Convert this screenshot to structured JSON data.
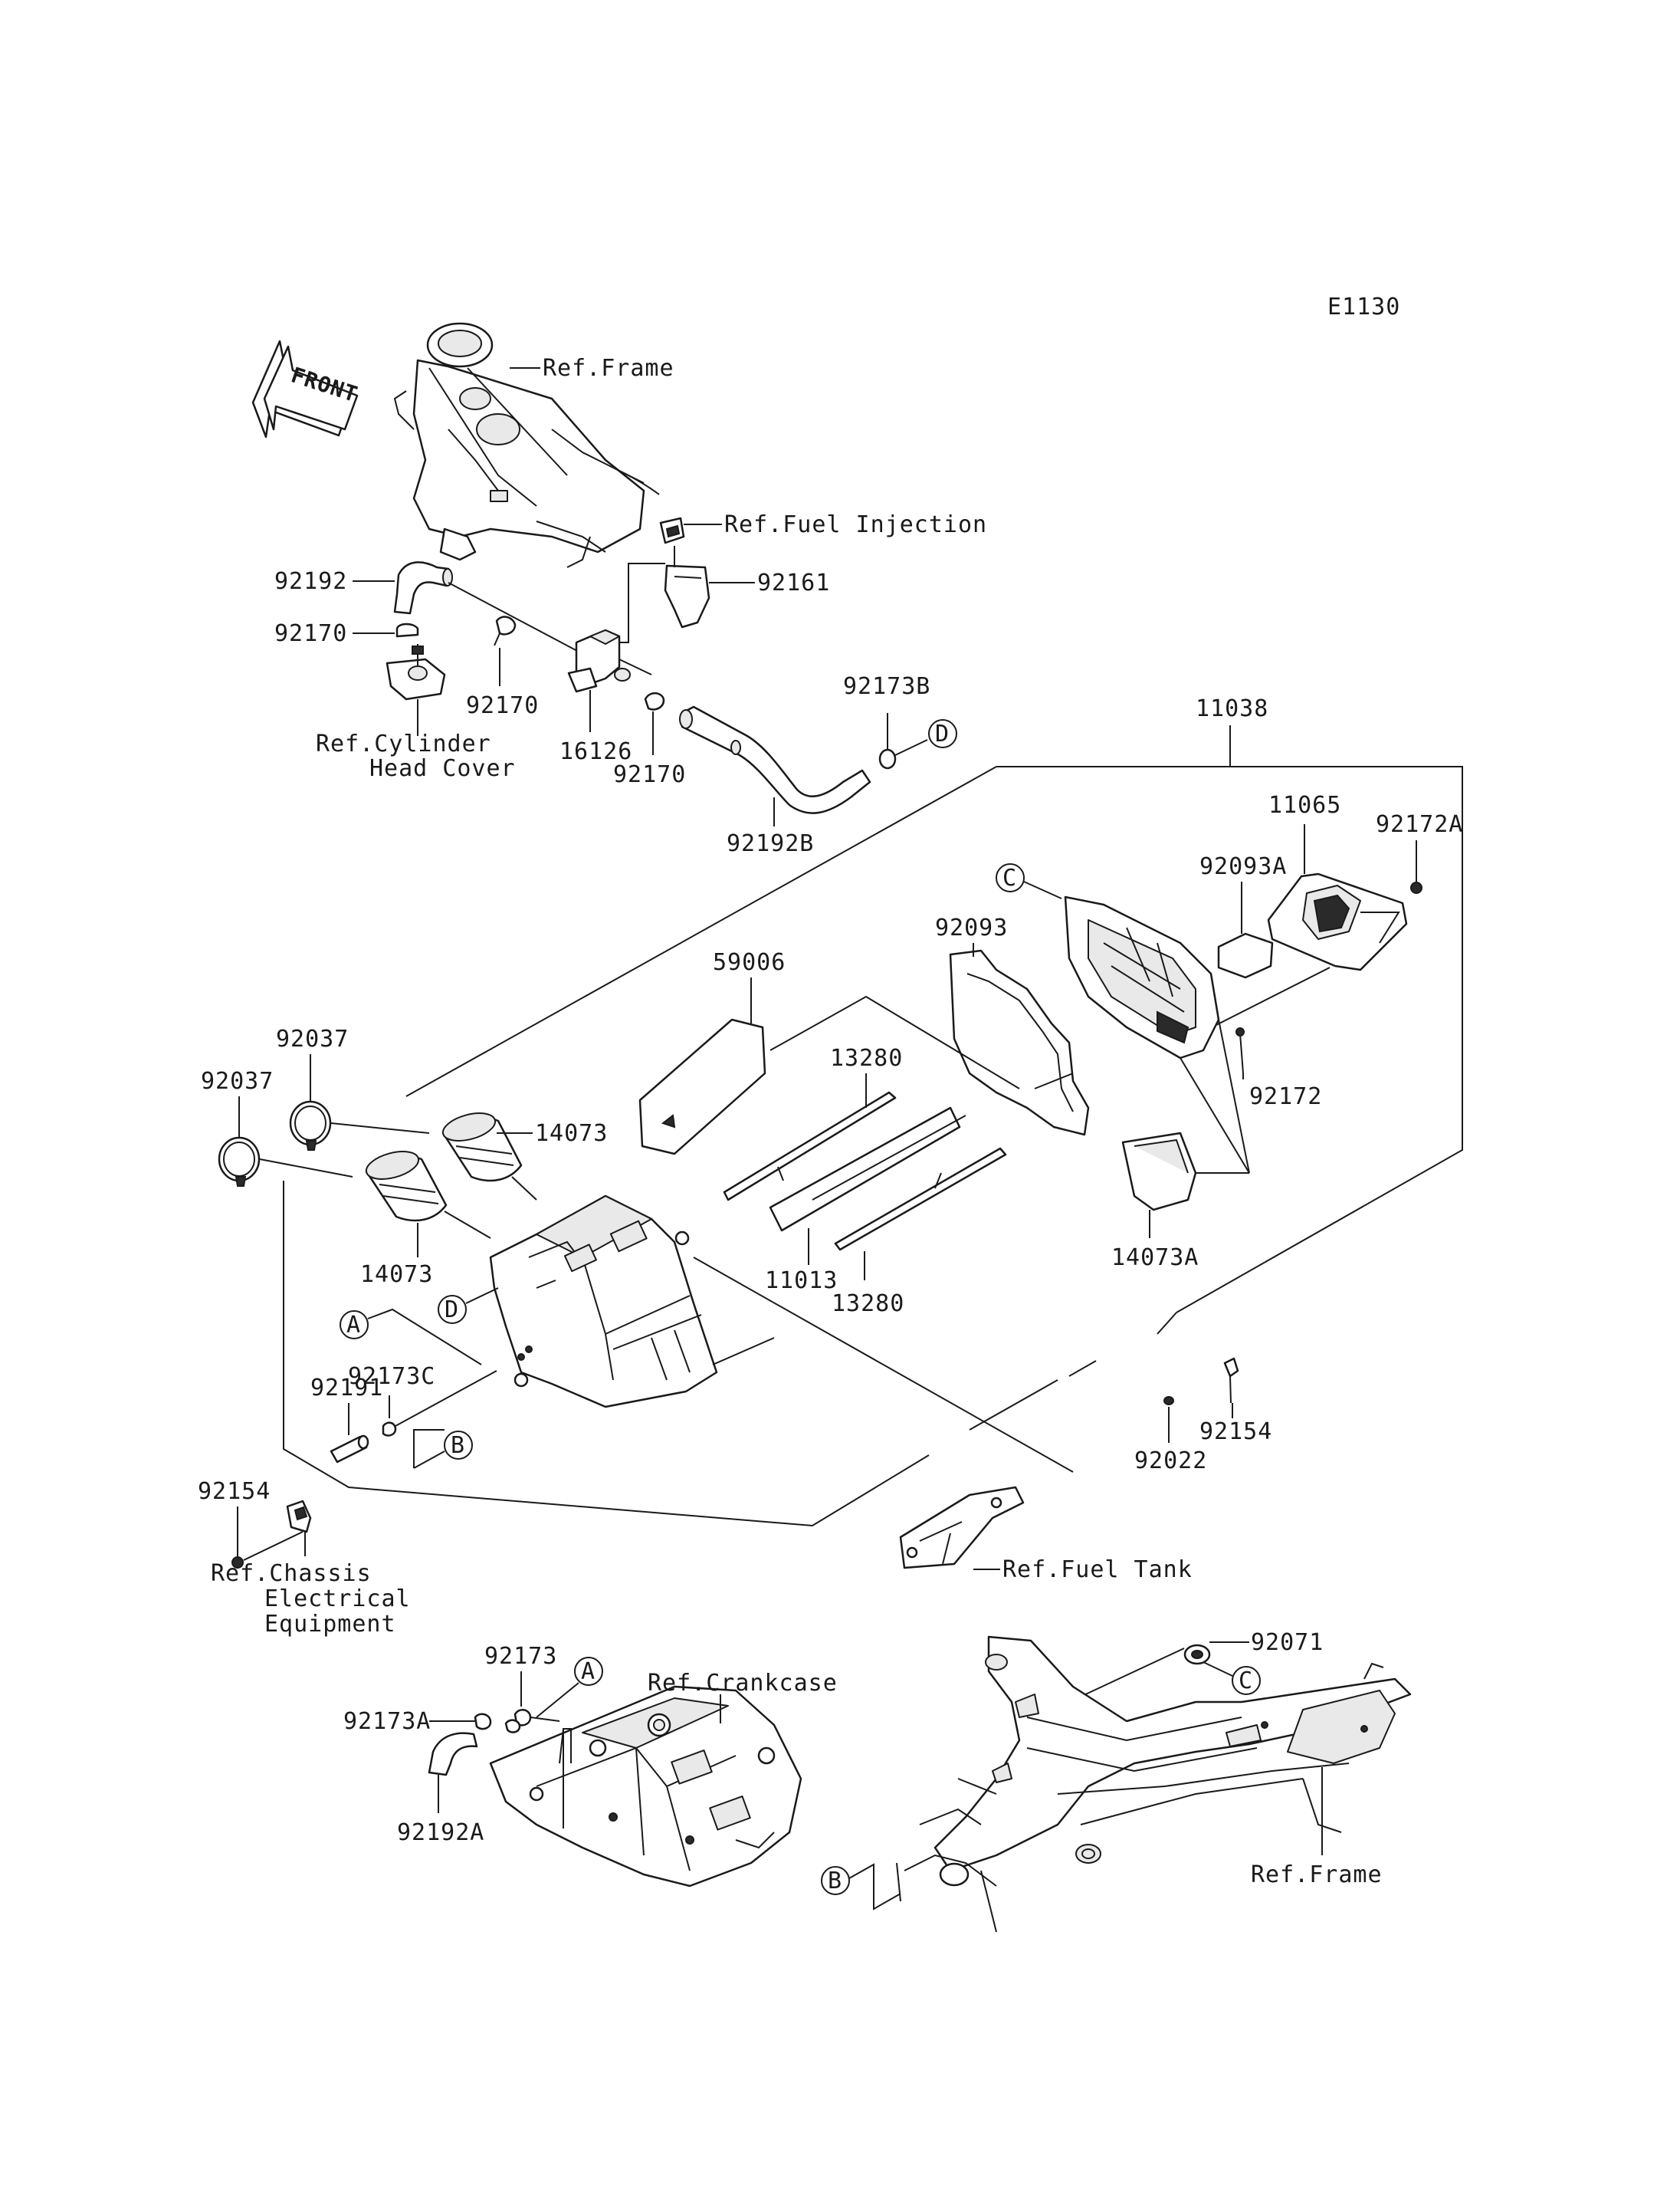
{
  "diagram_code": "E1130",
  "front_label": "FRONT",
  "refs": {
    "frame_top": "Ref.Frame",
    "fuel_injection": "Ref.Fuel Injection",
    "cylinder_head_cover_l1": "Ref.Cylinder",
    "cylinder_head_cover_l2": "Head Cover",
    "chassis_l1": "Ref.Chassis",
    "chassis_l2": "Electrical",
    "chassis_l3": "Equipment",
    "fuel_tank": "Ref.Fuel Tank",
    "crankcase": "Ref.Crankcase",
    "frame_bottom": "Ref.Frame"
  },
  "callouts": {
    "A": "A",
    "B": "B",
    "C": "C",
    "D": "D"
  },
  "parts": {
    "p92192": "92192",
    "p92170_a": "92170",
    "p92170_b": "92170",
    "p92170_c": "92170",
    "p16126": "16126",
    "p92161": "92161",
    "p92173B": "92173B",
    "p92192B": "92192B",
    "p11038": "11038",
    "p11065": "11065",
    "p92172A": "92172A",
    "p92093A": "92093A",
    "p92093": "92093",
    "p59006": "59006",
    "p13280_a": "13280",
    "p13280_b": "13280",
    "p11013": "11013",
    "p92172": "92172",
    "p14073A": "14073A",
    "p92037_a": "92037",
    "p92037_b": "92037",
    "p14073_a": "14073",
    "p14073_b": "14073",
    "p92173C": "92173C",
    "p92191": "92191",
    "p92154_a": "92154",
    "p92154_b": "92154",
    "p92022": "92022",
    "p92071": "92071",
    "p92173": "92173",
    "p92173A": "92173A",
    "p92192A": "92192A"
  }
}
